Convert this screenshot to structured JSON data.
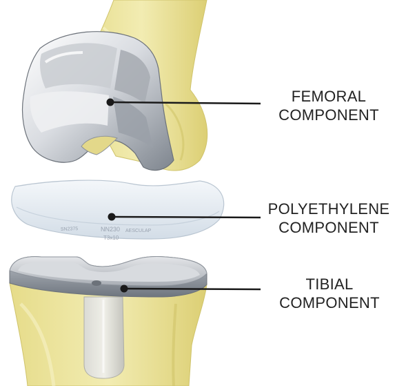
{
  "labels": {
    "femoral": {
      "line1": "FEMORAL",
      "line2": "COMPONENT"
    },
    "polyethylene": {
      "line1": "POLYETHYLENE",
      "line2": "COMPONENT"
    },
    "tibial": {
      "line1": "TIBIAL",
      "line2": "COMPONENT"
    }
  },
  "engraving": {
    "code_left": "SN2375",
    "size": "NN230",
    "brand": "AESCULAP",
    "mark": "T3x10"
  },
  "colors": {
    "bone": "#ede6a0",
    "bone_shadow": "#d8cc72",
    "metal_light": "#f2f3f5",
    "metal_dark": "#8d939b",
    "polyethylene": "#e4ecf3",
    "leader_line": "#1a1a1a"
  }
}
